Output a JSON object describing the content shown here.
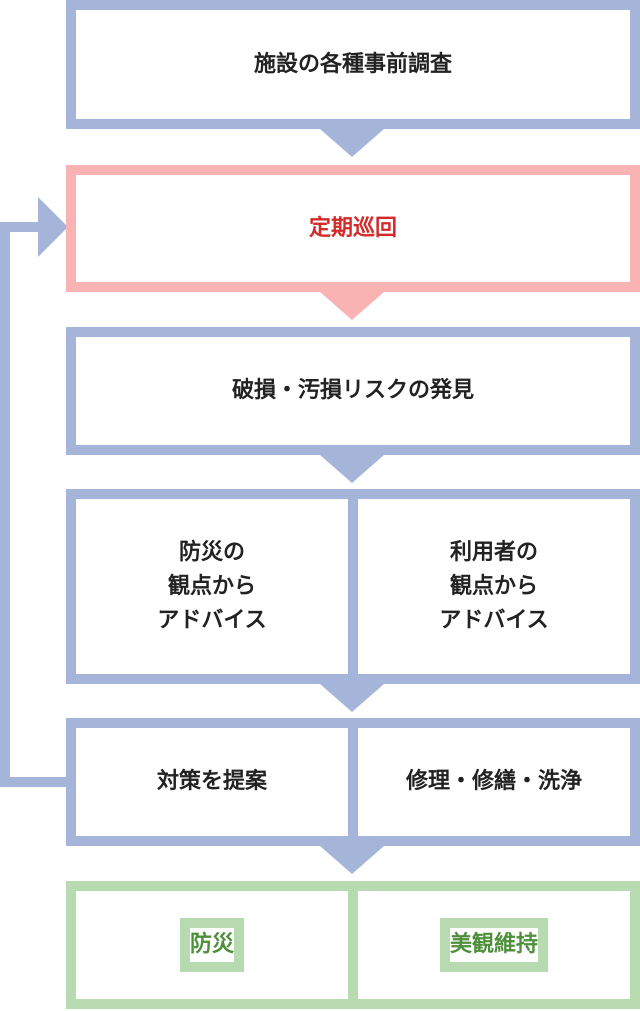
{
  "steps": {
    "survey": "施設の各種事前調査",
    "patrol": "定期巡回",
    "detect": "破損・汚損リスクの発見",
    "advice_disaster": "防災の\n観点から\nアドバイス",
    "advice_user": "利用者の\n観点から\nアドバイス",
    "propose": "対策を提案",
    "repair": "修理・修繕・洗浄",
    "result_disaster": "防災",
    "result_beauty": "美観維持"
  },
  "colors": {
    "blue_border": "#a4b5d9",
    "pink_border": "#f9b3b3",
    "green_border": "#b8dab0",
    "red_text": "#d32a2a",
    "green_text": "#4e8f3c"
  }
}
